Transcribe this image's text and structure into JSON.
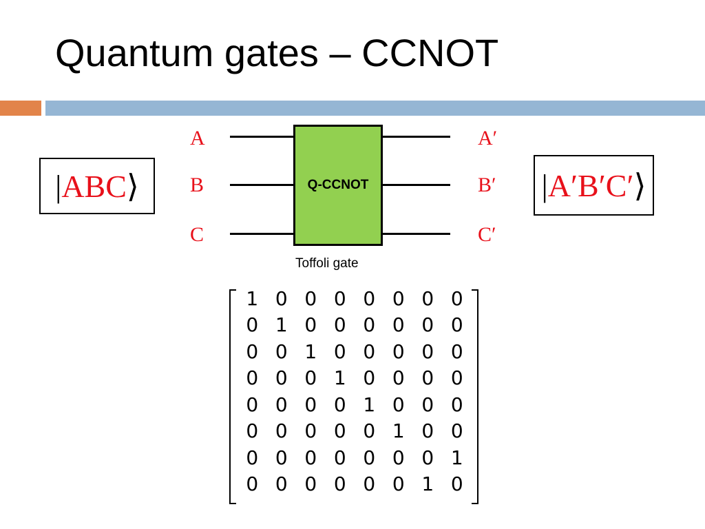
{
  "slide": {
    "title": "Quantum gates – CCNOT"
  },
  "input_state": {
    "prefix": "|",
    "label": "ABC",
    "suffix": "⟩"
  },
  "output_state": {
    "prefix": "|",
    "label": "A′B′C′",
    "suffix": "⟩"
  },
  "inputs": [
    "A",
    "B",
    "C"
  ],
  "outputs": [
    "A′",
    "B′",
    "C′"
  ],
  "gate": {
    "label": "Q-CCNOT",
    "caption": "Toffoli gate",
    "color": "#92d050"
  },
  "matrix": [
    [
      "1",
      "0",
      "0",
      "0",
      "0",
      "0",
      "0",
      "0"
    ],
    [
      "0",
      "1",
      "0",
      "0",
      "0",
      "0",
      "0",
      "0"
    ],
    [
      "0",
      "0",
      "1",
      "0",
      "0",
      "0",
      "0",
      "0"
    ],
    [
      "0",
      "0",
      "0",
      "1",
      "0",
      "0",
      "0",
      "0"
    ],
    [
      "0",
      "0",
      "0",
      "0",
      "1",
      "0",
      "0",
      "0"
    ],
    [
      "0",
      "0",
      "0",
      "0",
      "0",
      "1",
      "0",
      "0"
    ],
    [
      "0",
      "0",
      "0",
      "0",
      "0",
      "0",
      "0",
      "1"
    ],
    [
      "0",
      "0",
      "0",
      "0",
      "0",
      "0",
      "1",
      "0"
    ]
  ],
  "colors": {
    "accent_orange": "#e2844a",
    "accent_blue": "#95b6d4",
    "label_red": "#e8101a"
  }
}
